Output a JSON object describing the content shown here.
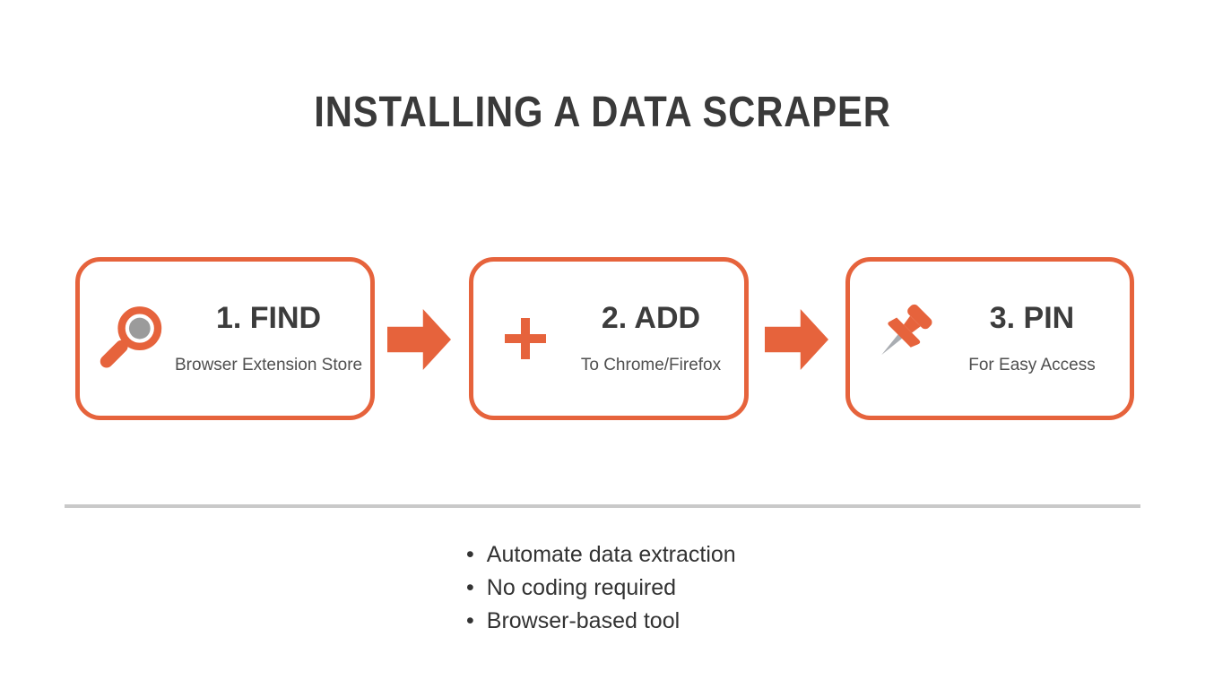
{
  "page": {
    "title": "INSTALLING A DATA SCRAPER"
  },
  "theme": {
    "accent": "#E6633C",
    "title_color": "#3A3A3A",
    "step_title_color": "#3C3C3C",
    "step_subtitle_color": "#4F4F4F",
    "bullet_text_color": "#333333",
    "divider_color": "#C9C9C9",
    "lens_gray": "#9B9B9B",
    "needle_gray": "#A9ADB2",
    "background": "#FFFFFF"
  },
  "steps": [
    {
      "number_label": "1. FIND",
      "description": "Browser Extension Store",
      "icon": "magnifier-icon"
    },
    {
      "number_label": "2. ADD",
      "description": "To Chrome/Firefox",
      "icon": "plus-icon"
    },
    {
      "number_label": "3. PIN",
      "description": "For Easy Access",
      "icon": "pushpin-icon"
    }
  ],
  "benefits": [
    "Automate data extraction",
    "No coding required",
    "Browser-based tool"
  ]
}
